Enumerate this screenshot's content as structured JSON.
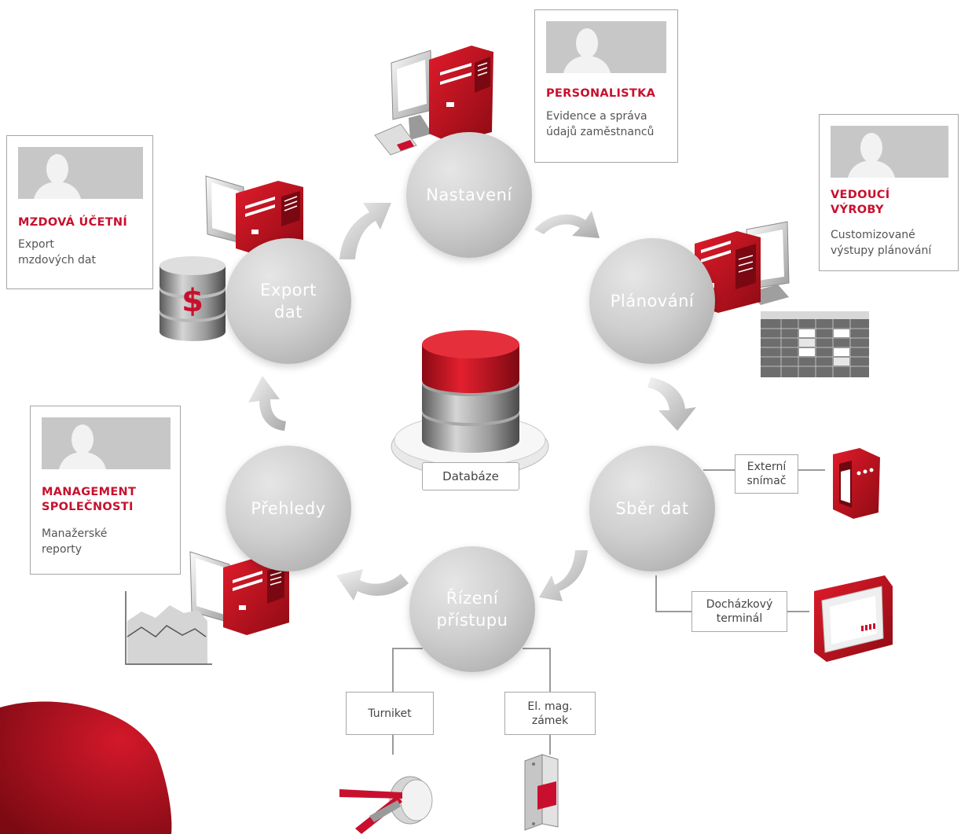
{
  "nodes": {
    "nastaveni": "Nastavení",
    "planovani": "Plánování",
    "sber_dat": "Sběr dat",
    "rizeni_pristupu": "Řízení\npřístupu",
    "prehledy": "Přehledy",
    "export_dat": "Export\ndat"
  },
  "database_label": "Databáze",
  "roles": [
    {
      "key": "personalistka",
      "title": "PERSONALISTKA",
      "description": "Evidence a správa\núdajů zaměstnanců"
    },
    {
      "key": "vedouci_vyroby",
      "title": "VEDOUCÍ\nVÝROBY",
      "description": "Customizované\nvýstupy plánování"
    },
    {
      "key": "mzdova_ucetni",
      "title": "MZDOVÁ ÚČETNÍ",
      "description": "Export\nmzdových dat"
    },
    {
      "key": "management",
      "title": "MANAGEMENT\nSPOLEČNOSTI",
      "description": "Manažerské\nreporty"
    }
  ],
  "devices": {
    "externi_snimac": "Externí\nsnímač",
    "dochazkovy_terminal": "Docházkový\nterminál",
    "turniket": "Turniket",
    "el_mag_zamek": "El. mag.\nzámek"
  },
  "colors": {
    "accent_red": "#c8102e",
    "node_gray": "#bdbdbd",
    "border_gray": "#a5a5a5",
    "text_gray": "#555555"
  }
}
